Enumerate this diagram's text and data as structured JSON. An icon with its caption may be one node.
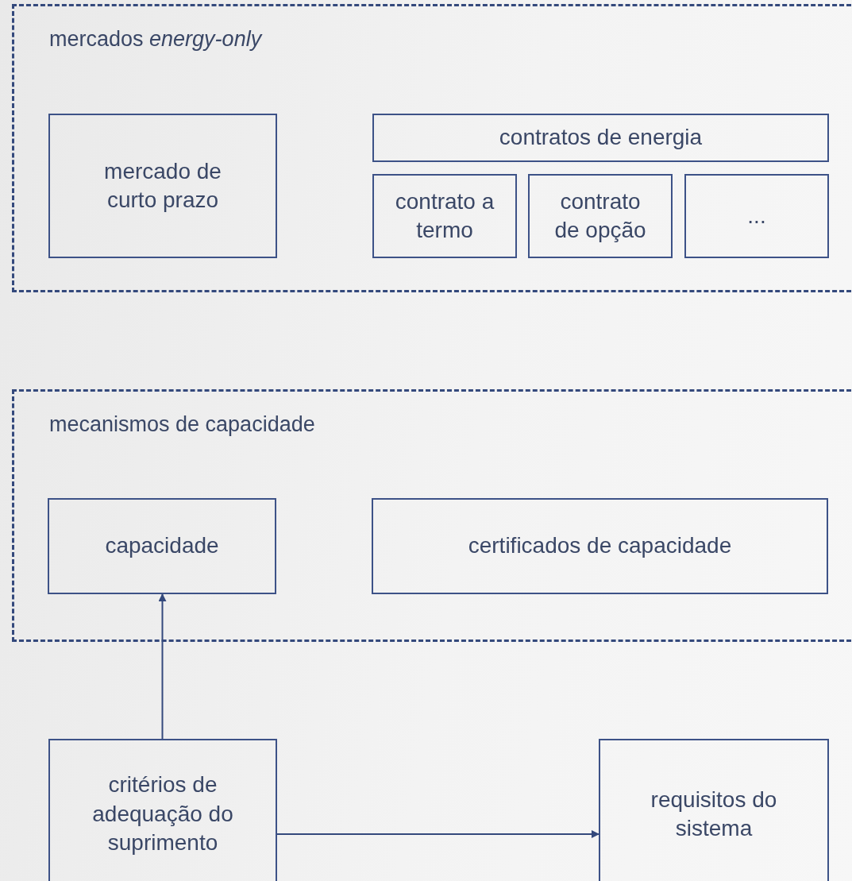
{
  "diagram": {
    "nodes": [
      {
        "text": [
          "mercados *energy-only*"
        ]
      },
      {
        "text": [
          "mercado de curto prazo"
        ],
        "in": 0
      },
      {
        "text": [
          "contratos de energia"
        ],
        "in": 0
      },
      {
        "text": [
          "contrato a termo"
        ],
        "in": 0
      },
      {
        "text": [
          "contrato de opção"
        ],
        "in": 0
      },
      {
        "text": [
          "..."
        ],
        "in": 0
      },
      {
        "text": [
          "mecanismos de capacidade"
        ]
      },
      {
        "text": [
          "capacidade"
        ],
        "in": 6
      },
      {
        "text": [
          "certificados de capacidade"
        ],
        "in": 6
      },
      {
        "text": [
          "critérios de adequação do suprimento"
        ]
      },
      {
        "text": [
          "requisitos do sistema"
        ]
      }
    ],
    "edges": [
      {
        "from": 9,
        "to": 7,
        "arrow": "to"
      },
      {
        "from": 9,
        "to": 10,
        "arrow": "to"
      }
    ]
  }
}
